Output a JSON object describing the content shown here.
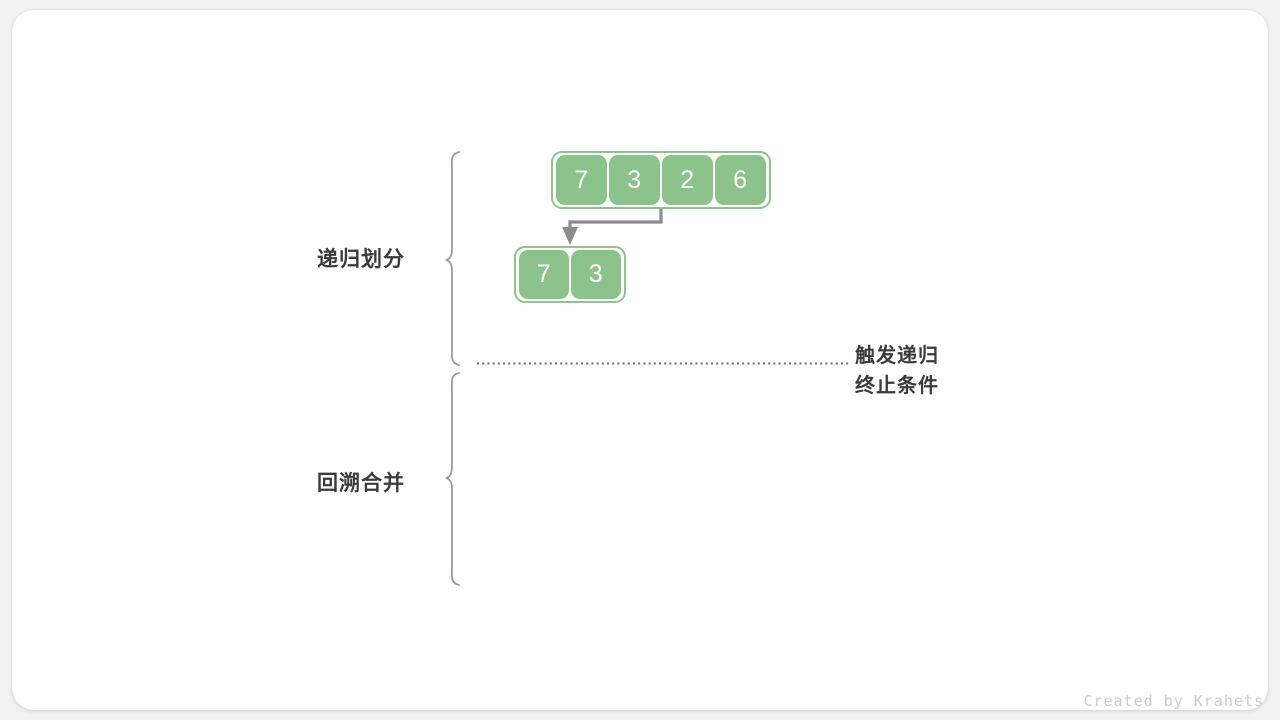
{
  "diagram": {
    "title_labels": {
      "divide": "递归划分",
      "merge": "回溯合并"
    },
    "annotation": {
      "line1": "触发递归",
      "line2": "终止条件"
    },
    "arrays": [
      {
        "id": "array-top",
        "values": [
          "7",
          "3",
          "2",
          "6"
        ]
      },
      {
        "id": "array-sub",
        "values": [
          "7",
          "3"
        ]
      }
    ],
    "credit": "Created by Krahets",
    "colors": {
      "cell_fill": "#8cc38c",
      "cell_border": "#8fc48f",
      "cell_text": "#ffffff",
      "label_text": "#3b3b3b",
      "arrow": "#8c8c8c",
      "brace": "#9a9a9a",
      "dotted": "#6f6f6f",
      "credit_text": "#cbcbcb",
      "card_bg": "#ffffff",
      "page_bg": "#f2f2f2"
    }
  }
}
